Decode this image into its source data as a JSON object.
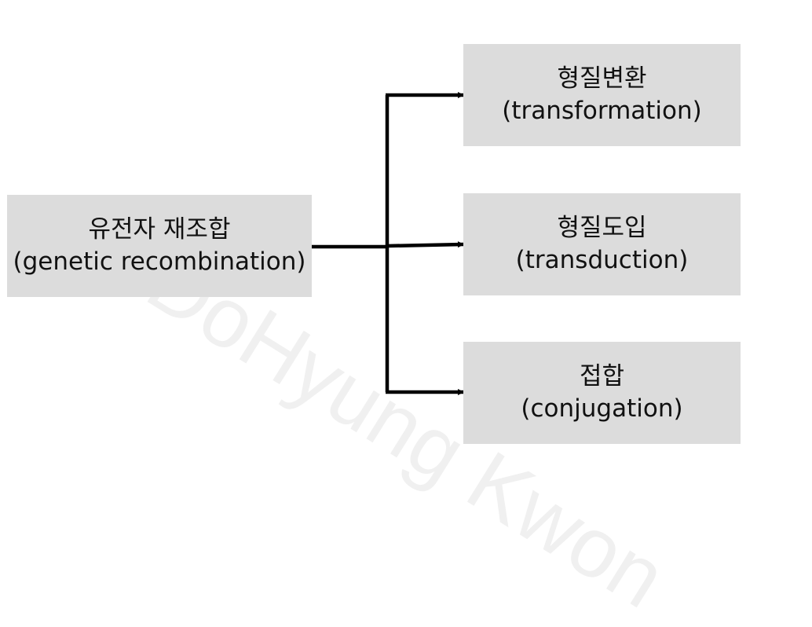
{
  "source": {
    "title": "유전자 재조합",
    "subtitle": "(genetic recombination)"
  },
  "targets": [
    {
      "title": "형질변환",
      "subtitle": "(transformation)"
    },
    {
      "title": "형질도입",
      "subtitle": "(transduction)"
    },
    {
      "title": "접합",
      "subtitle": "(conjugation)"
    }
  ],
  "watermark": "DoHyung Kwon",
  "colors": {
    "box_fill": "#dcdcdc",
    "arrow": "#000000",
    "text": "#111111"
  }
}
